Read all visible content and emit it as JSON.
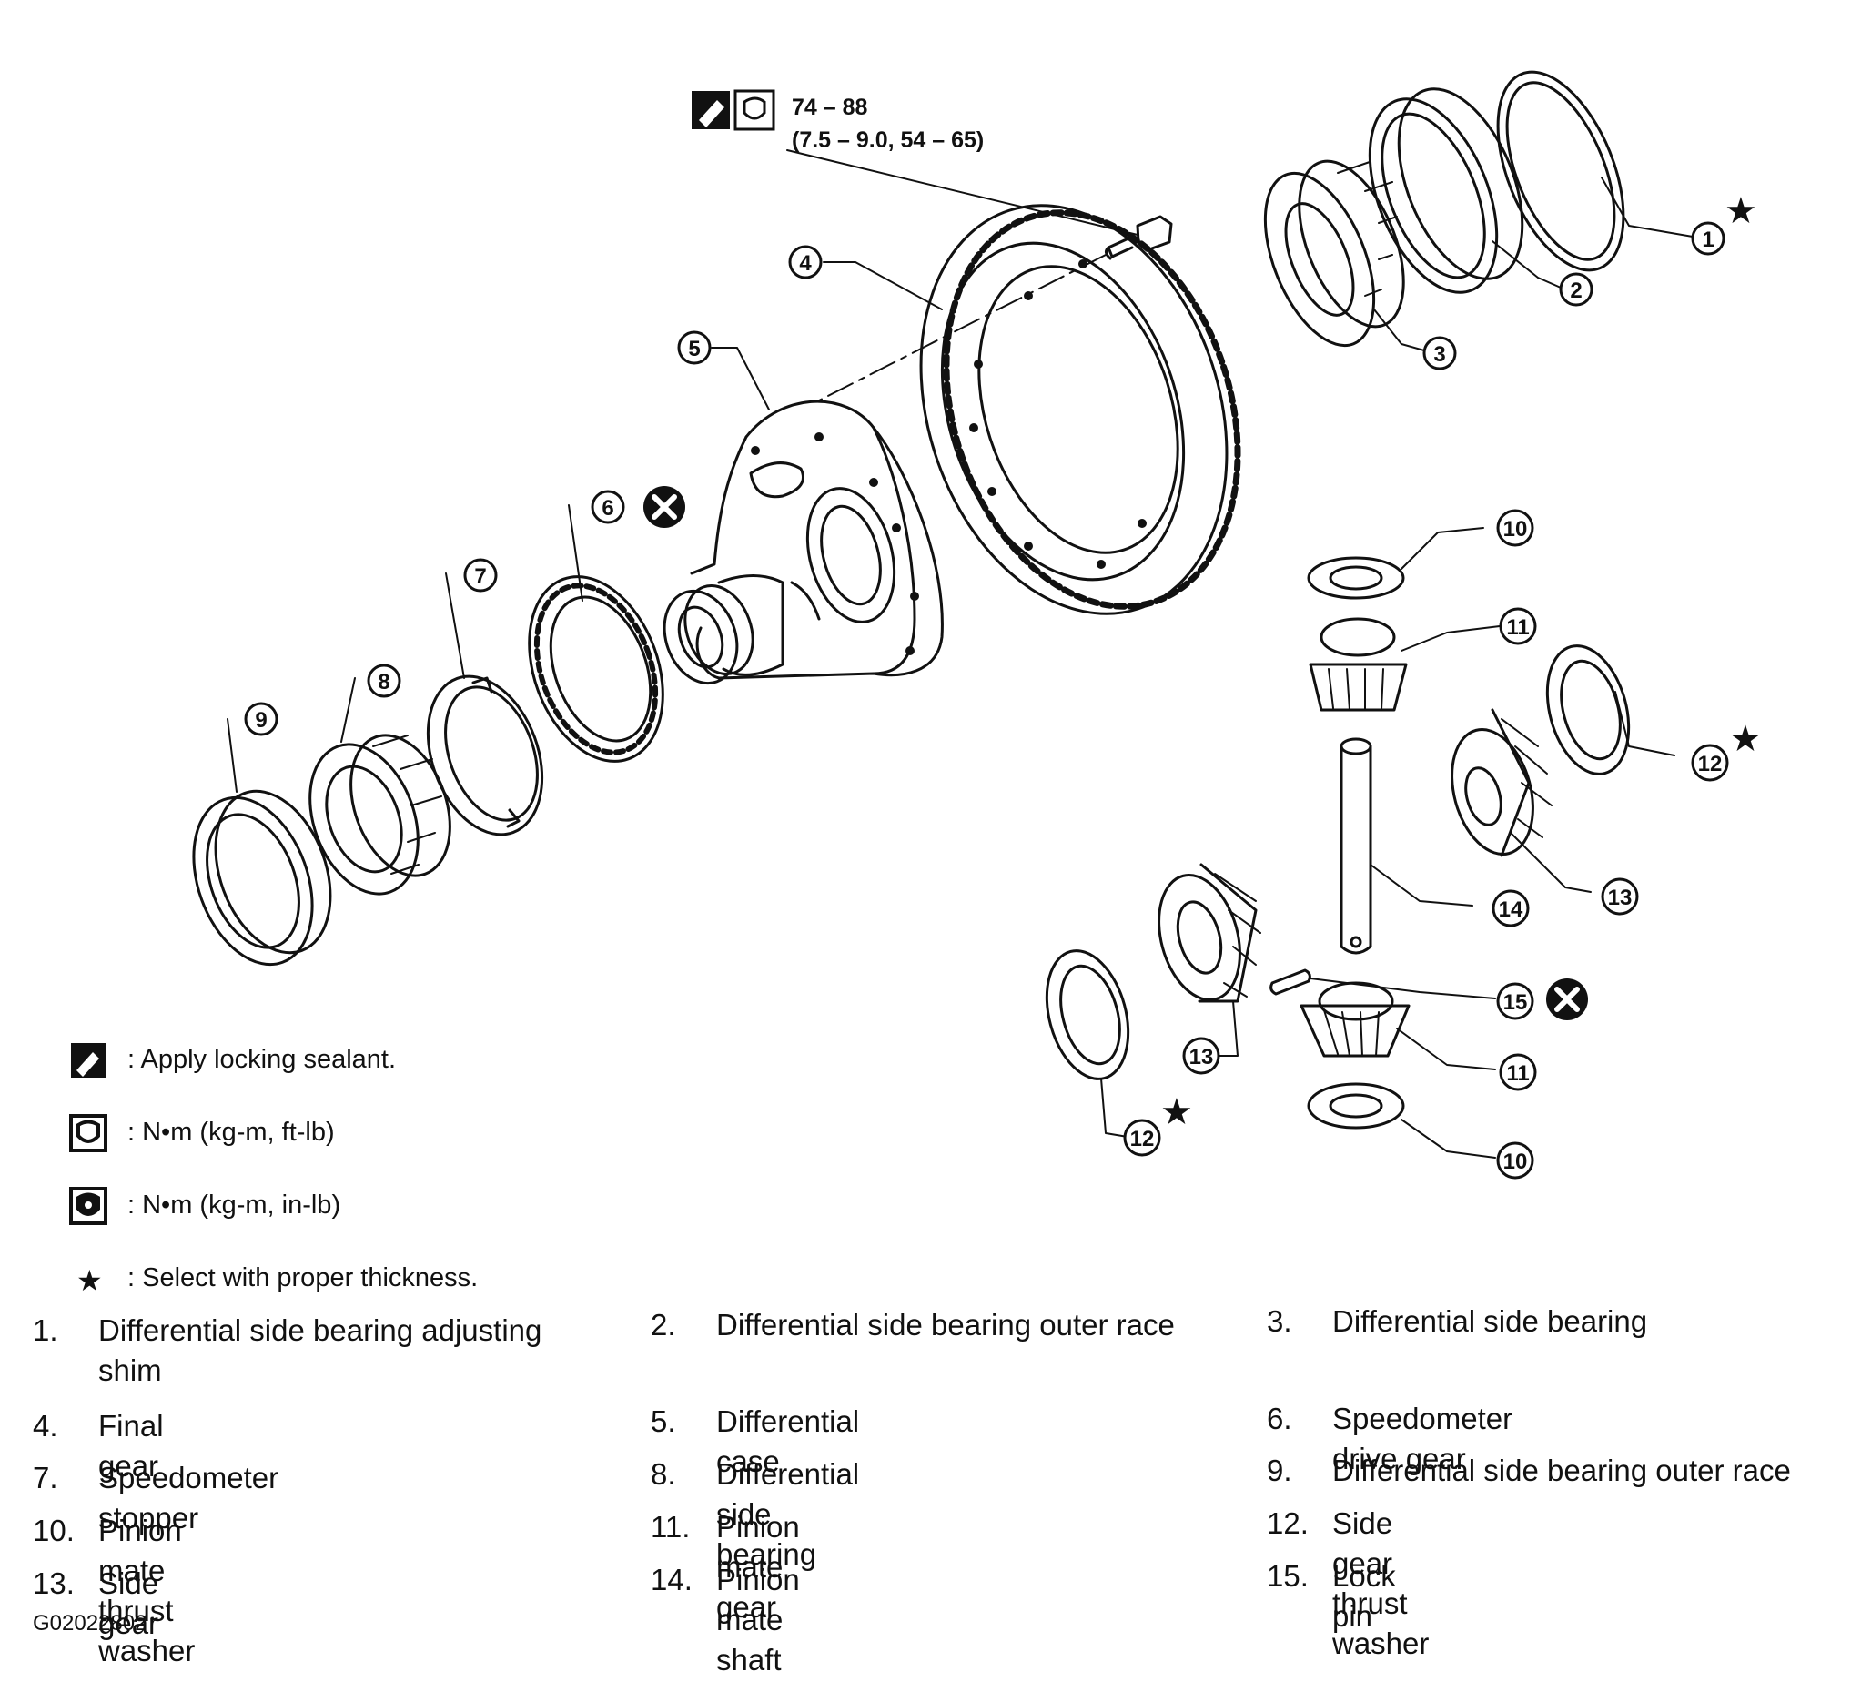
{
  "torque_spec": {
    "value_nm": "74 – 88",
    "value_alt": "(7.5 – 9.0, 54 – 65)"
  },
  "callouts": [
    "1",
    "2",
    "3",
    "4",
    "5",
    "6",
    "7",
    "8",
    "9",
    "10",
    "11",
    "12",
    "13",
    "14",
    "15"
  ],
  "symbols": {
    "star": "★"
  },
  "legend": [
    {
      "icon": "locking-sealant-icon",
      "text": ": Apply locking sealant."
    },
    {
      "icon": "torque-ft-lb-icon",
      "text": ": N•m (kg-m, ft-lb)"
    },
    {
      "icon": "torque-in-lb-icon",
      "text": ": N•m (kg-m, in-lb)"
    },
    {
      "icon": "star-icon",
      "text": ": Select with proper thickness."
    }
  ],
  "parts": [
    {
      "no": "1.",
      "name": "Differential side bearing adjusting",
      "name2": "shim"
    },
    {
      "no": "2.",
      "name": "Differential side bearing outer race"
    },
    {
      "no": "3.",
      "name": "Differential side bearing"
    },
    {
      "no": "4.",
      "name": "Final gear"
    },
    {
      "no": "5.",
      "name": "Differential case"
    },
    {
      "no": "6.",
      "name": "Speedometer drive gear"
    },
    {
      "no": "7.",
      "name": "Speedometer stopper"
    },
    {
      "no": "8.",
      "name": "Differential side bearing"
    },
    {
      "no": "9.",
      "name": "Differential side bearing outer race"
    },
    {
      "no": "10.",
      "name": "Pinion mate thrust washer"
    },
    {
      "no": "11.",
      "name": "Pinion mate gear"
    },
    {
      "no": "12.",
      "name": "Side gear thrust washer"
    },
    {
      "no": "13.",
      "name": "Side gear"
    },
    {
      "no": "14.",
      "name": "Pinion mate shaft"
    },
    {
      "no": "15.",
      "name": "Lock pin"
    }
  ],
  "figure_code": "G02022802"
}
